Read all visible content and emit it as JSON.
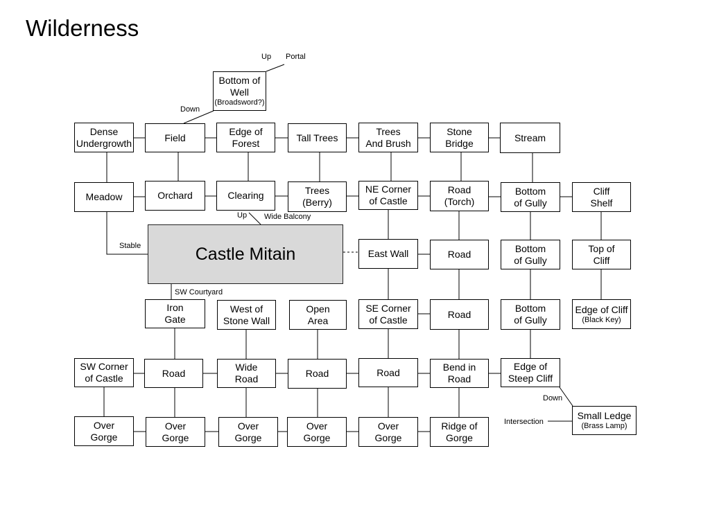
{
  "title": "Wilderness",
  "colors": {
    "line": "#000000",
    "box_fill": "#ffffff",
    "castle_fill": "#d9d9d9"
  },
  "rooms": {
    "row0": [
      {
        "name": "Bottom of\nWell",
        "note": "(Broadsword?)"
      }
    ],
    "row1": [
      {
        "name": "Dense\nUndergrowth"
      },
      {
        "name": "Field"
      },
      {
        "name": "Edge of\nForest"
      },
      {
        "name": "Tall Trees"
      },
      {
        "name": "Trees\nAnd Brush"
      },
      {
        "name": "Stone\nBridge"
      },
      {
        "name": "Stream"
      }
    ],
    "row2": [
      {
        "name": "Meadow"
      },
      {
        "name": "Orchard"
      },
      {
        "name": "Clearing"
      },
      {
        "name": "Trees\n(Berry)"
      },
      {
        "name": "NE Corner\nof Castle"
      },
      {
        "name": "Road\n(Torch)"
      },
      {
        "name": "Bottom\nof Gully"
      },
      {
        "name": "Cliff\nShelf"
      }
    ],
    "row3": [
      {
        "name": "East Wall"
      },
      {
        "name": "Road"
      },
      {
        "name": "Bottom\nof Gully"
      },
      {
        "name": "Top of\nCliff"
      }
    ],
    "row4": [
      {
        "name": "Iron\nGate"
      },
      {
        "name": "West of\nStone Wall"
      },
      {
        "name": "Open\nArea"
      },
      {
        "name": "SE Corner\nof Castle"
      },
      {
        "name": "Road"
      },
      {
        "name": "Bottom\nof Gully"
      },
      {
        "name": "Edge of Cliff",
        "note": "(Black Key)"
      }
    ],
    "row5": [
      {
        "name": "SW Corner\nof Castle"
      },
      {
        "name": "Road"
      },
      {
        "name": "Wide\nRoad"
      },
      {
        "name": "Road"
      },
      {
        "name": "Road"
      },
      {
        "name": "Bend in\nRoad"
      },
      {
        "name": "Edge of\nSteep Cliff"
      }
    ],
    "small_ledge": {
      "name": "Small Ledge",
      "note": "(Brass Lamp)"
    },
    "row6": [
      {
        "name": "Over\nGorge"
      },
      {
        "name": "Over\nGorge"
      },
      {
        "name": "Over\nGorge"
      },
      {
        "name": "Over\nGorge"
      },
      {
        "name": "Over\nGorge"
      },
      {
        "name": "Ridge of\nGorge"
      }
    ]
  },
  "castle": {
    "name": "Castle Mitain"
  },
  "exits": {
    "well_up": "Up",
    "well_portal": "Portal",
    "well_down": "Down",
    "castle_up": "Up",
    "castle_wide_balcony": "Wide Balcony",
    "castle_stable": "Stable",
    "castle_sw_courtyard": "SW Courtyard",
    "cliff_down": "Down",
    "ledge_intersection": "Intersection"
  }
}
